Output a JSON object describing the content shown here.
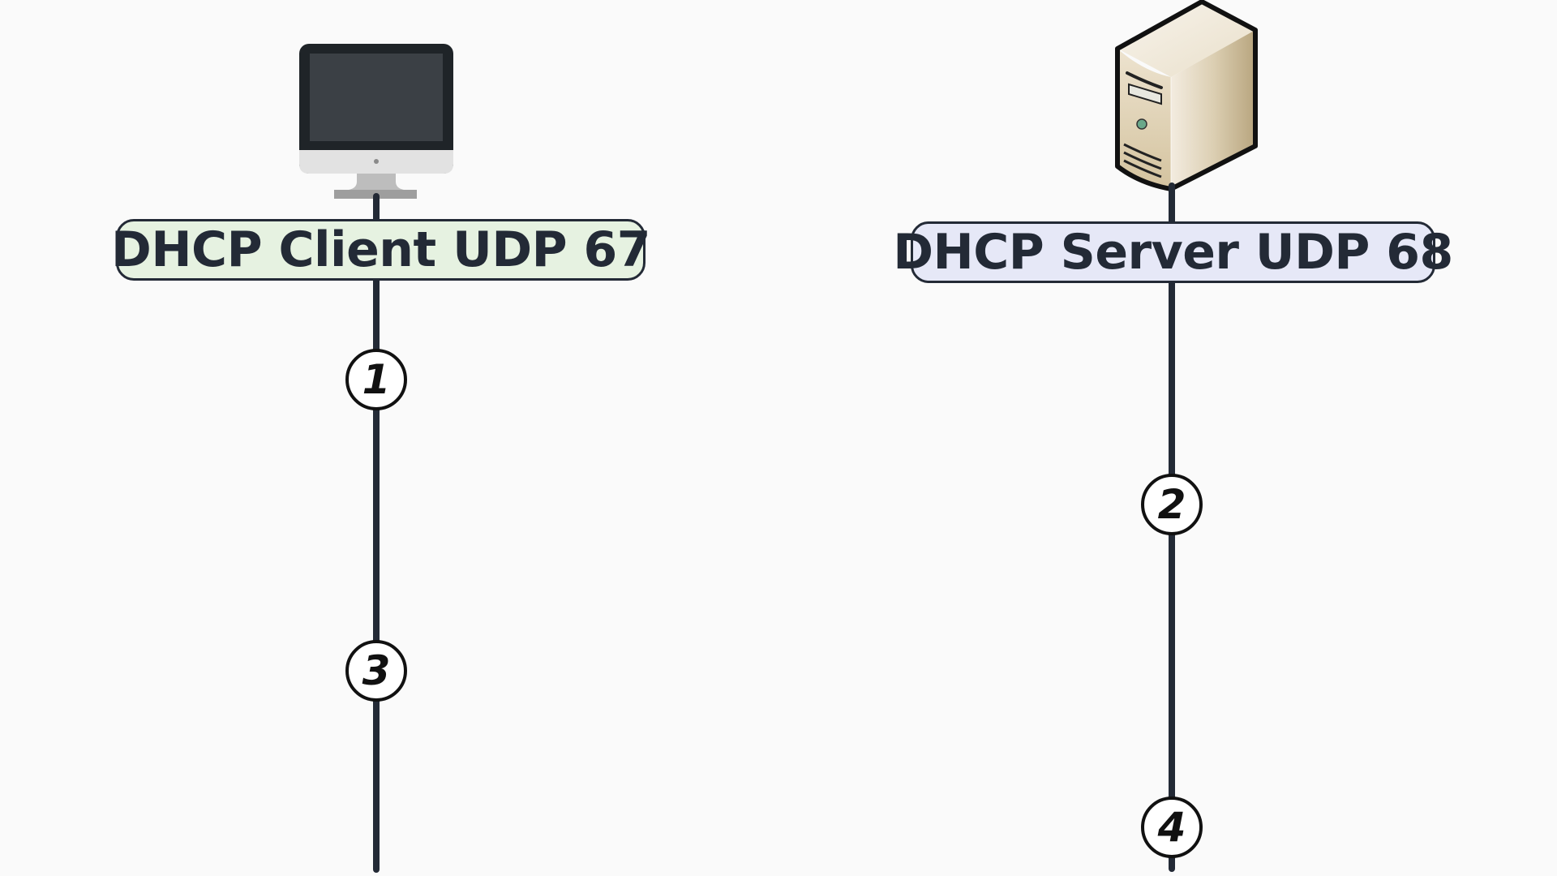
{
  "diagram": {
    "type": "sequence",
    "participants": [
      {
        "id": "client",
        "label": "DHCP Client UDP 67",
        "icon": "desktop-computer-icon",
        "fill": "#e6f2e1"
      },
      {
        "id": "server",
        "label": "DHCP Server UDP 68",
        "icon": "server-tower-icon",
        "fill": "#e6e8f7"
      }
    ],
    "steps": [
      {
        "number": "1",
        "participant": "client"
      },
      {
        "number": "2",
        "participant": "server"
      },
      {
        "number": "3",
        "participant": "client"
      },
      {
        "number": "4",
        "participant": "server"
      }
    ],
    "colors": {
      "line": "#232a36",
      "background": "#fafafa"
    }
  }
}
